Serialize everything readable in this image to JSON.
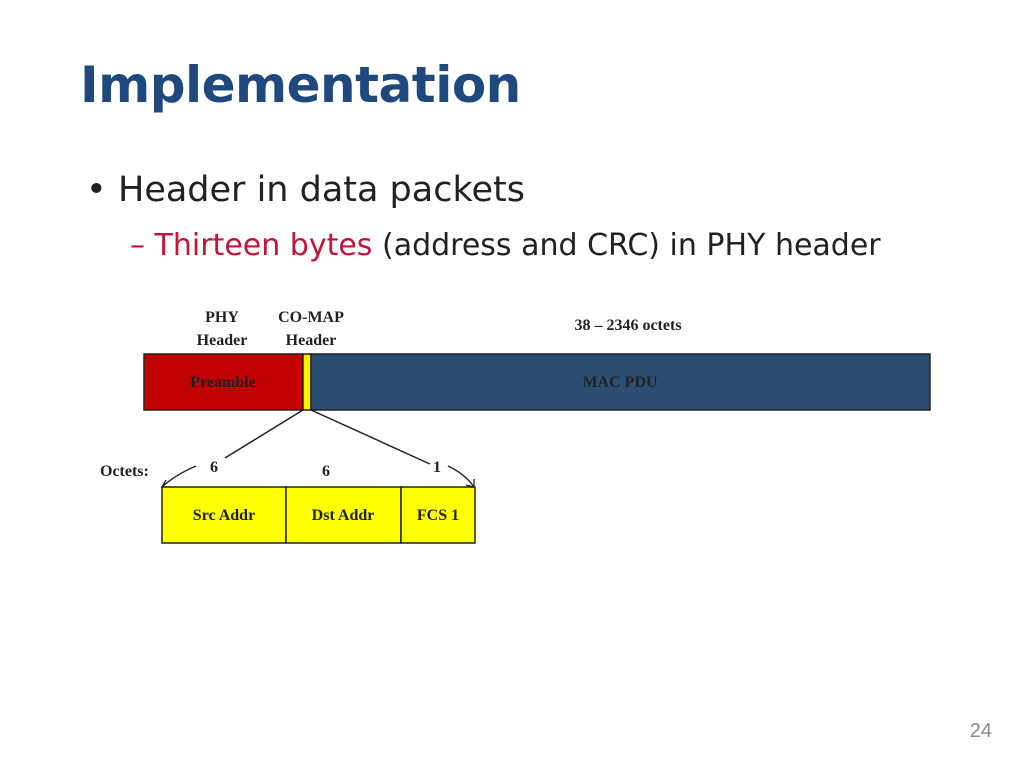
{
  "slide": {
    "title": "Implementation",
    "bullet": "Header in data packets",
    "sub_dash": "–",
    "sub_highlight": "Thirteen bytes",
    "sub_rest": "(address and CRC) in PHY header",
    "page_number": "24"
  },
  "diagram": {
    "phy_header_line1": "PHY",
    "phy_header_line2": "Header",
    "comap_header_line1": "CO-MAP",
    "comap_header_line2": "Header",
    "octets_range": "38 – 2346 octets",
    "preamble": "Preamble",
    "mac_pdu": "MAC PDU",
    "octets_label": "Octets:",
    "fields": [
      {
        "name": "Src Addr",
        "octets": "6"
      },
      {
        "name": "Dst Addr",
        "octets": "6"
      },
      {
        "name": "FCS 1",
        "octets": "1"
      }
    ],
    "colors": {
      "preamble": "#c00000",
      "comap": "#ffee00",
      "mac_pdu": "#2a4d72",
      "field": "#ffff00",
      "title": "#1f497d",
      "highlight": "#c0143c"
    }
  }
}
